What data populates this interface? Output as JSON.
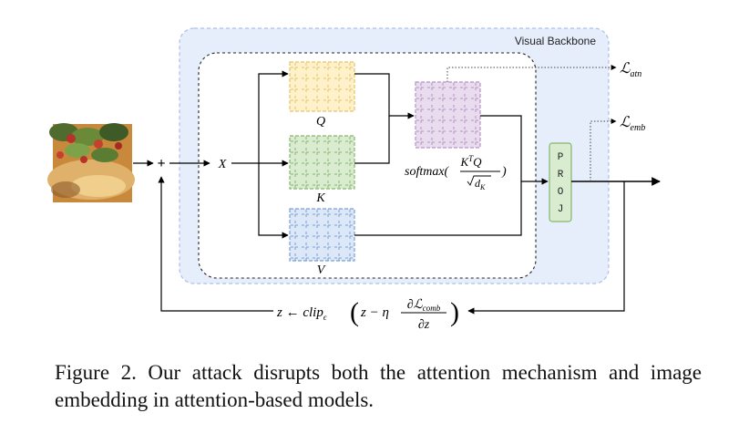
{
  "backbone": {
    "label": "Visual Backbone"
  },
  "input": {
    "image_description_icon": "food-photo"
  },
  "nodes": {
    "plus": "+",
    "x": "X",
    "q": "Q",
    "k": "K",
    "v": "V",
    "softmax_prefix": "softmax(",
    "softmax_num": "K",
    "softmax_num_sup": "T",
    "softmax_num_tail": "Q",
    "softmax_den": "d",
    "softmax_den_sub": "K",
    "softmax_suffix": ")",
    "proj": [
      "P",
      "R",
      "O",
      "J"
    ]
  },
  "losses": {
    "atn_main": "ℒ",
    "atn_sub": "atn",
    "emb_main": "ℒ",
    "emb_sub": "emb"
  },
  "update": {
    "lhs": "z ← clip",
    "eps": "ϵ",
    "open": "(",
    "mid": "z − η",
    "frac_num_main": "∂ℒ",
    "frac_num_sub": "comb",
    "frac_den": "∂z",
    "close": ")"
  },
  "caption": "Figure 2.  Our attack disrupts both the attention mechanism and image embedding in attention-based models.",
  "colors": {
    "backbone_fill": "#e6eefb",
    "backbone_stroke": "#a9c1e8",
    "q_fill": "#fff1c9",
    "q_stroke": "#e3c46a",
    "k_fill": "#d9ecd0",
    "k_stroke": "#86b56e",
    "v_fill": "#dce7f7",
    "v_stroke": "#7a9fd2",
    "attn_fill": "#e9dcef",
    "attn_stroke": "#b592c6",
    "proj_fill": "#d9ecd0",
    "proj_stroke": "#86b56e"
  }
}
